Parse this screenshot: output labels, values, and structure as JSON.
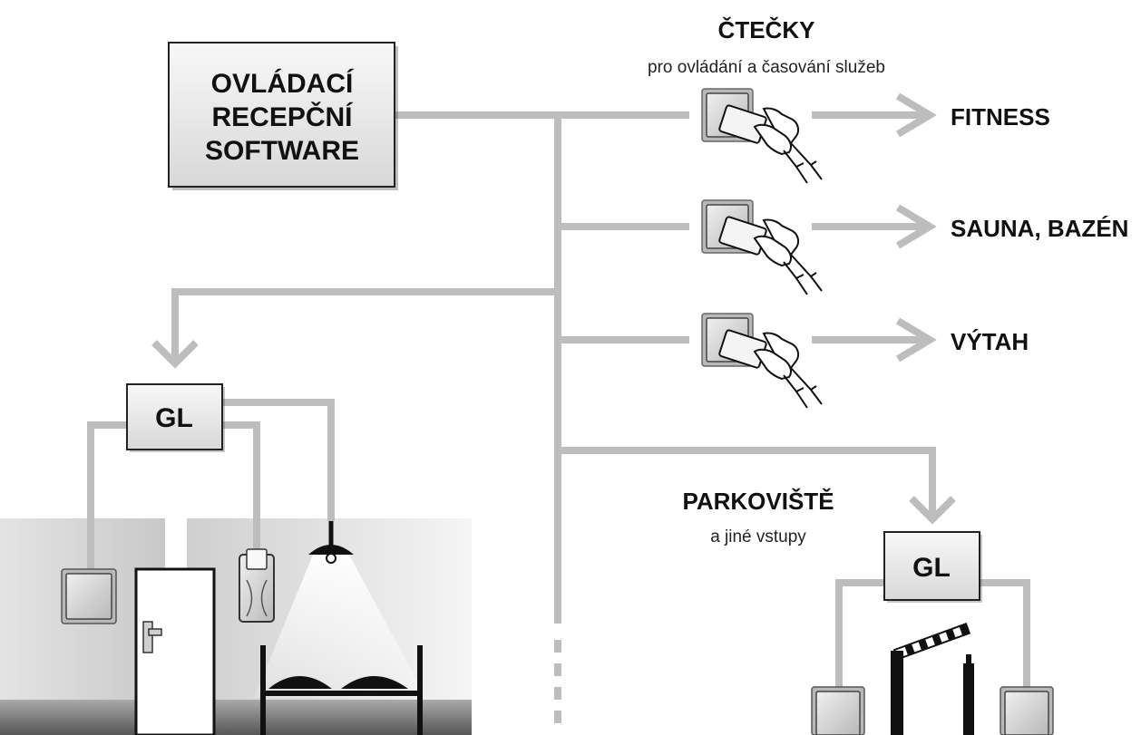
{
  "main_box": {
    "lines": [
      "OVLÁDACÍ",
      "RECEPČNÍ",
      "SOFTWARE"
    ]
  },
  "readers": {
    "title": "ČTEČKY",
    "subtitle": "pro ovládání a časování služeb"
  },
  "services": [
    {
      "label": "FITNESS"
    },
    {
      "label": "SAUNA, BAZÉN"
    },
    {
      "label": "VÝTAH"
    }
  ],
  "room_controller": {
    "label": "GL"
  },
  "parking": {
    "title": "PARKOVIŠTĚ",
    "subtitle": "a jiné vstupy",
    "controller_label": "GL"
  },
  "colors": {
    "wire": "#bdbdbd",
    "box_fill": "#e6e6e6",
    "box_border": "#333333",
    "room_wall": "#dcdcdc"
  },
  "icons": [
    "card-reader-icon",
    "hand-with-card-icon",
    "door-icon",
    "lamp-icon",
    "bed-icon",
    "room-switch-icon",
    "card-holder-icon",
    "barrier-gate-icon"
  ]
}
